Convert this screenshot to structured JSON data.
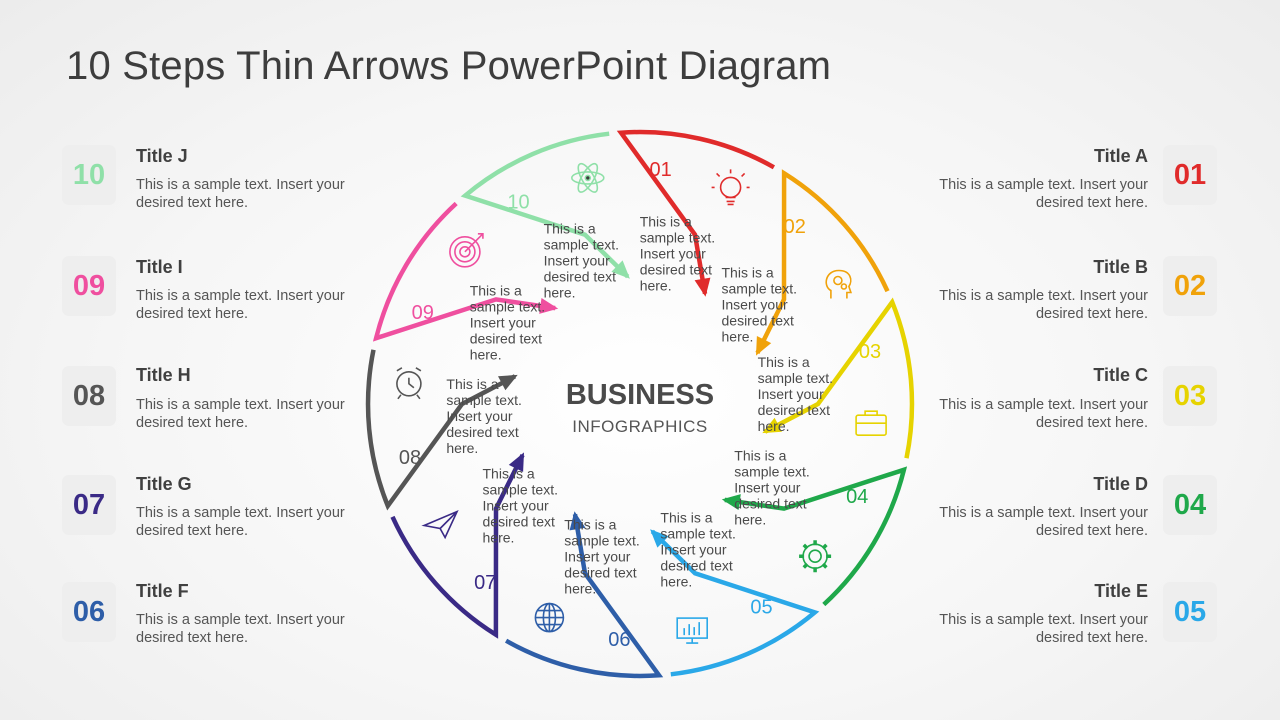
{
  "page": {
    "title": "10 Steps Thin Arrows PowerPoint Diagram"
  },
  "center": {
    "title": "BUSINESS",
    "subtitle": "INFOGRAPHICS"
  },
  "steps": [
    {
      "num": "01",
      "title": "Title A",
      "desc": "This is a sample text. Insert your desired text here.",
      "color": "#e02b2b",
      "icon": "lightbulb-icon"
    },
    {
      "num": "02",
      "title": "Title B",
      "desc": "This is a sample text. Insert your desired text here.",
      "color": "#f0a20a",
      "icon": "brain-gears-icon"
    },
    {
      "num": "03",
      "title": "Title C",
      "desc": "This is a sample text. Insert your desired text here.",
      "color": "#e6d300",
      "icon": "briefcase-icon"
    },
    {
      "num": "04",
      "title": "Title D",
      "desc": "This is a sample text. Insert your desired text here.",
      "color": "#1fa84a",
      "icon": "gear-icon"
    },
    {
      "num": "05",
      "title": "Title E",
      "desc": "This is a sample text. Insert your desired text here.",
      "color": "#2aa8e8",
      "icon": "chart-monitor-icon"
    },
    {
      "num": "06",
      "title": "Title F",
      "desc": "This is a sample text. Insert your desired text here.",
      "color": "#2e5ea8",
      "icon": "globe-icon"
    },
    {
      "num": "07",
      "title": "Title G",
      "desc": "This is a sample text. Insert your desired text here.",
      "color": "#3a2a86",
      "icon": "paper-plane-icon"
    },
    {
      "num": "08",
      "title": "Title H",
      "desc": "This is a sample text. Insert your desired text here.",
      "color": "#555555",
      "icon": "alarm-clock-icon"
    },
    {
      "num": "09",
      "title": "Title I",
      "desc": "This is a sample text. Insert your desired text here.",
      "color": "#ef4f9f",
      "icon": "target-icon"
    },
    {
      "num": "10",
      "title": "Title J",
      "desc": "This is a sample text. Insert your desired text here.",
      "color": "#8fe0a8",
      "icon": "atom-icon"
    }
  ],
  "wheel_text": [
    "This is a",
    "sample text.",
    "Insert your",
    "desired text",
    "here."
  ]
}
